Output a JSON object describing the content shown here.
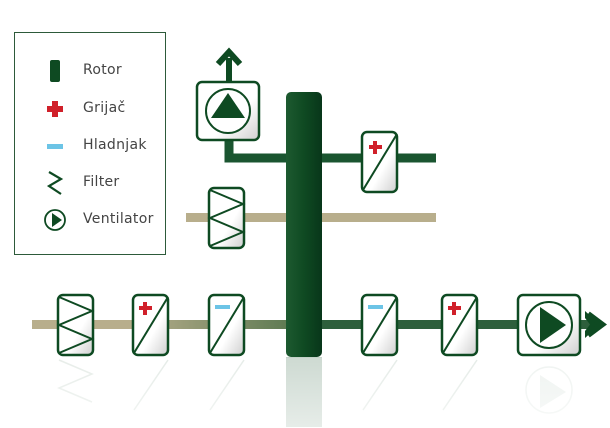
{
  "title": "Rotor heat recovery ventilation unit schematic",
  "legend": {
    "items": [
      {
        "key": "rotor",
        "label": "Rotor",
        "icon": "rotor-icon"
      },
      {
        "key": "heater",
        "label": "Grijač",
        "icon": "plus-icon"
      },
      {
        "key": "cooler",
        "label": "Hladnjak",
        "icon": "minus-icon"
      },
      {
        "key": "filter",
        "label": "Filter",
        "icon": "zigzag-icon"
      },
      {
        "key": "fan",
        "label": "Ventilator",
        "icon": "fan-icon"
      }
    ]
  },
  "colors": {
    "dark_green": "#0e4a22",
    "duct_supply": "#2e5f3c",
    "duct_outdoor": "#b8ae8c",
    "heater_red": "#d0202a",
    "cooler_blue": "#6cc4e6",
    "legend_border": "#2d5a3a",
    "label_text": "#444444"
  }
}
